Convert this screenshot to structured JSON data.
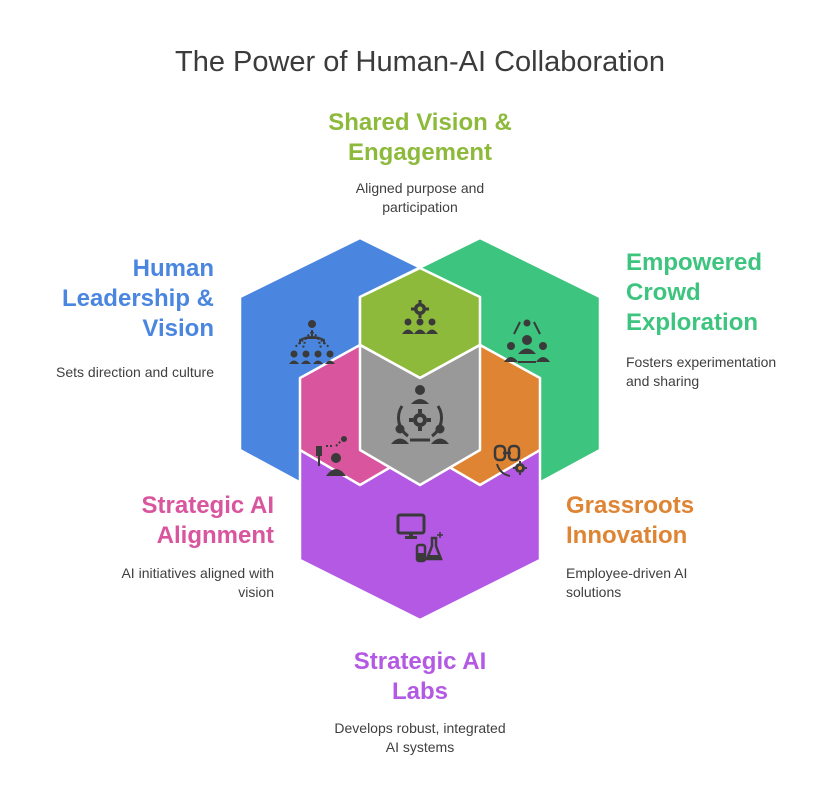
{
  "title": "The Power of Human-AI Collaboration",
  "colors": {
    "blue": "#4A86E0",
    "green": "#3DC47E",
    "purple": "#B359E4",
    "lime": "#8EBA3C",
    "orange": "#DE8433",
    "pink": "#D9559E",
    "gray": "#999999",
    "icon": "#3A3A3A",
    "divider": "#FFFFFF"
  },
  "sections": {
    "shared_vision": {
      "heading": [
        "Shared Vision &",
        "Engagement"
      ],
      "description": [
        "Aligned purpose and",
        "participation"
      ],
      "icon": "team-gear-icon"
    },
    "human_leadership": {
      "heading": [
        "Human",
        "Leadership &",
        "Vision"
      ],
      "description": [
        "Sets direction and culture"
      ],
      "icon": "hierarchy-icon"
    },
    "empowered_crowd": {
      "heading": [
        "Empowered",
        "Crowd",
        "Exploration"
      ],
      "description": [
        "Fosters experimentation",
        "and sharing"
      ],
      "icon": "connected-people-icon"
    },
    "strategic_alignment": {
      "heading": [
        "Strategic AI",
        "Alignment"
      ],
      "description": [
        "AI initiatives aligned with",
        "vision"
      ],
      "icon": "person-strategy-icon"
    },
    "grassroots": {
      "heading": [
        "Grassroots",
        "Innovation"
      ],
      "description": [
        "Employee-driven AI",
        "solutions"
      ],
      "icon": "chain-gear-icon"
    },
    "ai_labs": {
      "heading": [
        "Strategic AI",
        "Labs"
      ],
      "description": [
        "Develops robust, integrated",
        "AI systems"
      ],
      "icon": "computer-lab-icon"
    },
    "center": {
      "icon": "collaboration-gear-icon"
    }
  }
}
